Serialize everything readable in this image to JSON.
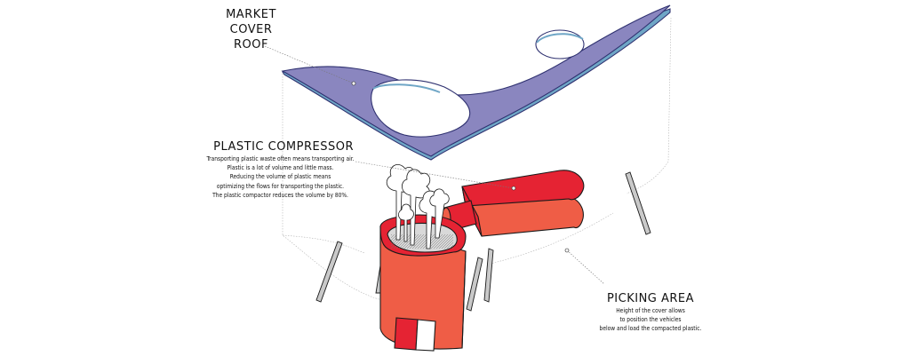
{
  "labels": {
    "roof": {
      "lines": [
        "MARKET",
        "COVER",
        "ROOF"
      ]
    },
    "compressor": {
      "title": "PLASTIC COMPRESSOR",
      "lines": [
        "Transporting plastic waste often means transporting air.",
        "Plastic is a lot of volume and little mass.",
        "Reducing the volume of plastic means",
        "optimizing the flows for transporting the plastic.",
        "The plastic compactor reduces the volume by 80%."
      ]
    },
    "picking": {
      "title": "PICKING AREA",
      "lines": [
        "Height of the cover allows",
        "to position the vehicles",
        "below and load the compacted plastic."
      ]
    }
  },
  "colors": {
    "roof": "#8a86bf",
    "roof_edge": "#2f3170",
    "roof_rim": "#6fa6c6",
    "compressor_light": "#ef5d46",
    "compressor_top": "#e52333",
    "pipe": "#e52333",
    "outline": "#1a1a1a",
    "leader": "#777777"
  },
  "icons": [
    "tree-icon",
    "support-pole-icon"
  ]
}
